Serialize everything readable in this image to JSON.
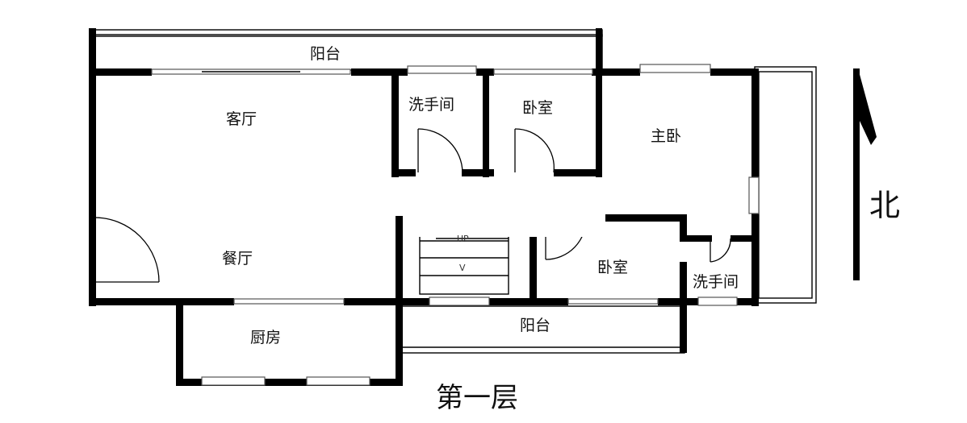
{
  "plan": {
    "caption": "第一层",
    "north_label": "北",
    "rooms": {
      "balcony_north": "阳台",
      "living_room": "客厅",
      "bath_north": "洗手间",
      "bedroom_north": "卧室",
      "master_bedroom": "主卧",
      "dining_room": "餐厅",
      "bedroom_south": "卧室",
      "bath_south": "洗手间",
      "kitchen": "厨房",
      "balcony_south": "阳台"
    },
    "stair_label": "UP",
    "stair_arrow": "V"
  }
}
